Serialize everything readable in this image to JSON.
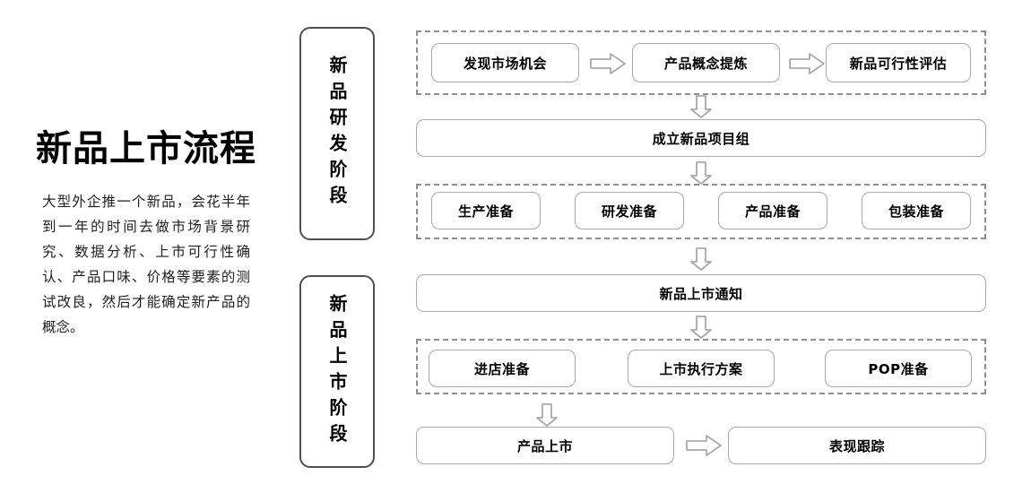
{
  "intro": {
    "title": "新品上市流程",
    "body": "大型外企推一个新品，会花半年到一年的时间去做市场背景研究、数据分析、上市可行性确认、产品口味、价格等要素的测试改良，然后才能确定新产品的概念。"
  },
  "stages": [
    {
      "id": "rd",
      "label": "新品研发阶段"
    },
    {
      "id": "launch",
      "label": "新品上市阶段"
    }
  ],
  "flow": {
    "row1": {
      "boxes": [
        "发现市场机会",
        "产品概念提炼",
        "新品可行性评估"
      ],
      "connectors": [
        "arrow-right",
        "arrow-right"
      ]
    },
    "row2": {
      "boxes": [
        "成立新品项目组"
      ]
    },
    "row3": {
      "boxes": [
        "生产准备",
        "研发准备",
        "产品准备",
        "包装准备"
      ]
    },
    "row4": {
      "boxes": [
        "新品上市通知"
      ]
    },
    "row5": {
      "boxes": [
        "进店准备",
        "上市执行方案",
        "POP准备"
      ]
    },
    "row6": {
      "boxes": [
        "产品上市",
        "表现跟踪"
      ],
      "connectors": [
        "arrow-right"
      ]
    }
  },
  "colors": {
    "box_border": "#a9a9a9",
    "group_border": "#8f8f8f",
    "stage_border": "#4e4e4e",
    "arrow_stroke": "#a9a9a9",
    "text": "#000000",
    "background": "#ffffff"
  }
}
